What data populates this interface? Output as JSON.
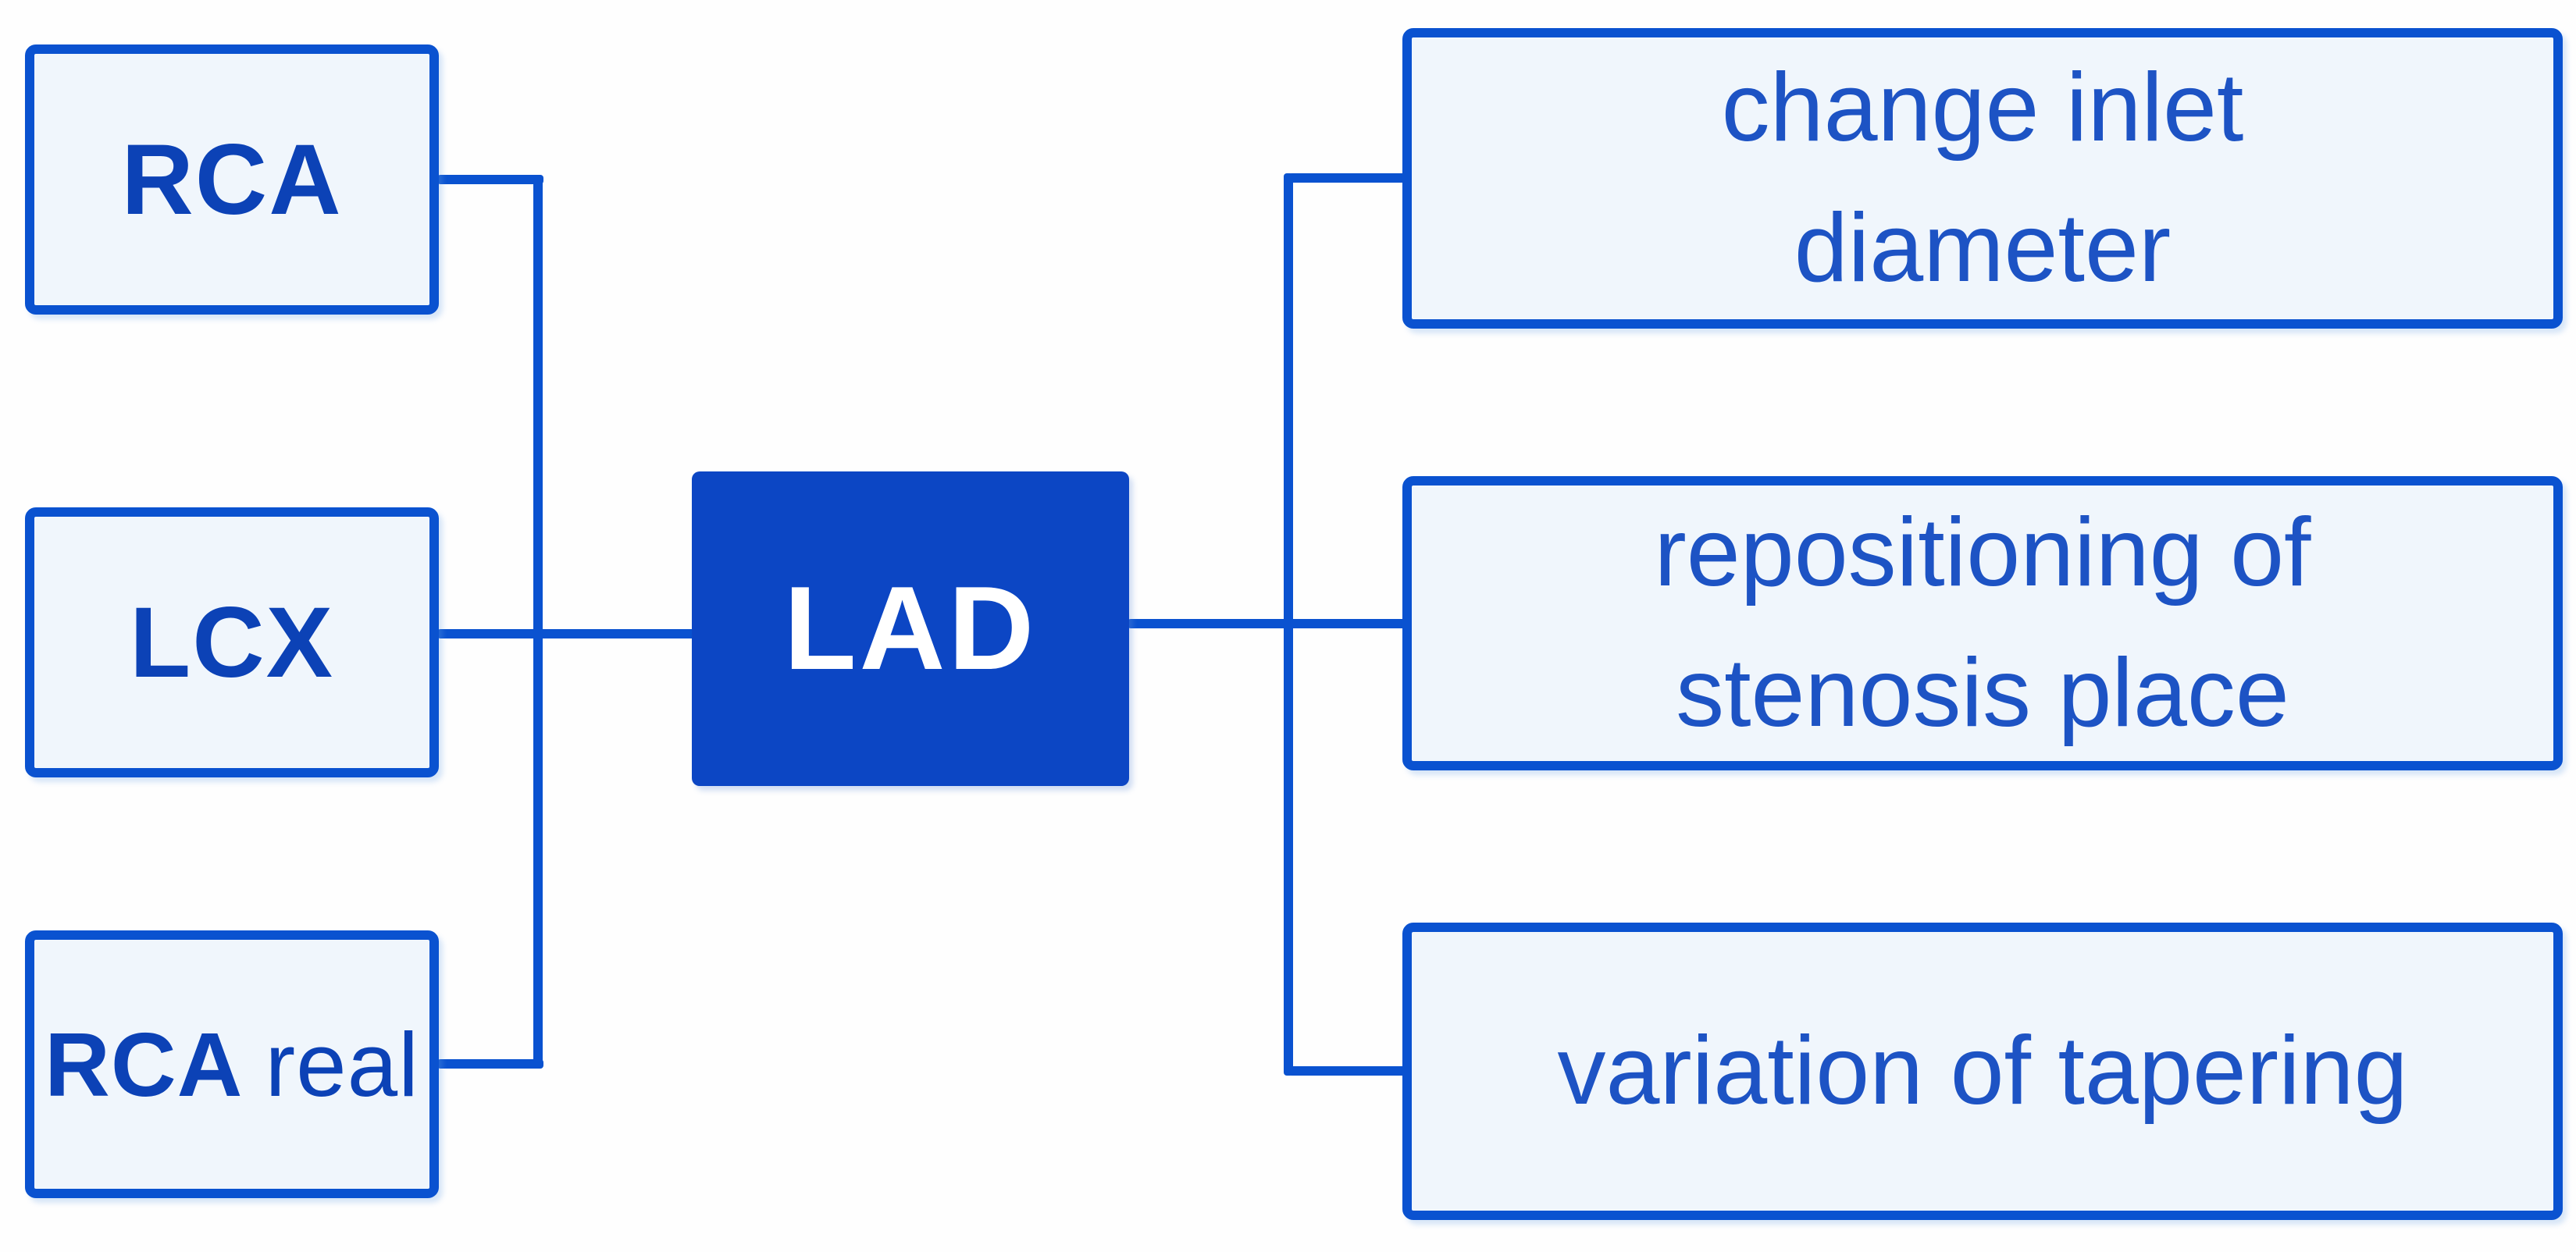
{
  "background": "#fefefe",
  "colors": {
    "line": "#0a52d0",
    "box_border": "#0a52d0",
    "box_fill": "#f0f6fc",
    "left_text": "#0c42b6",
    "right_text": "#1d53c4",
    "center_fill": "#0c46c4",
    "center_text": "#ffffff"
  },
  "diagram": {
    "center_node": {
      "label": "LAD"
    },
    "left_nodes": [
      {
        "label": "RCA"
      },
      {
        "label": "LCX"
      },
      {
        "label_primary": "RCA",
        "label_secondary": "real"
      }
    ],
    "right_nodes": [
      {
        "label": "change inlet diameter"
      },
      {
        "label": "repositioning of stenosis place"
      },
      {
        "label": "variation of tapering"
      }
    ]
  }
}
